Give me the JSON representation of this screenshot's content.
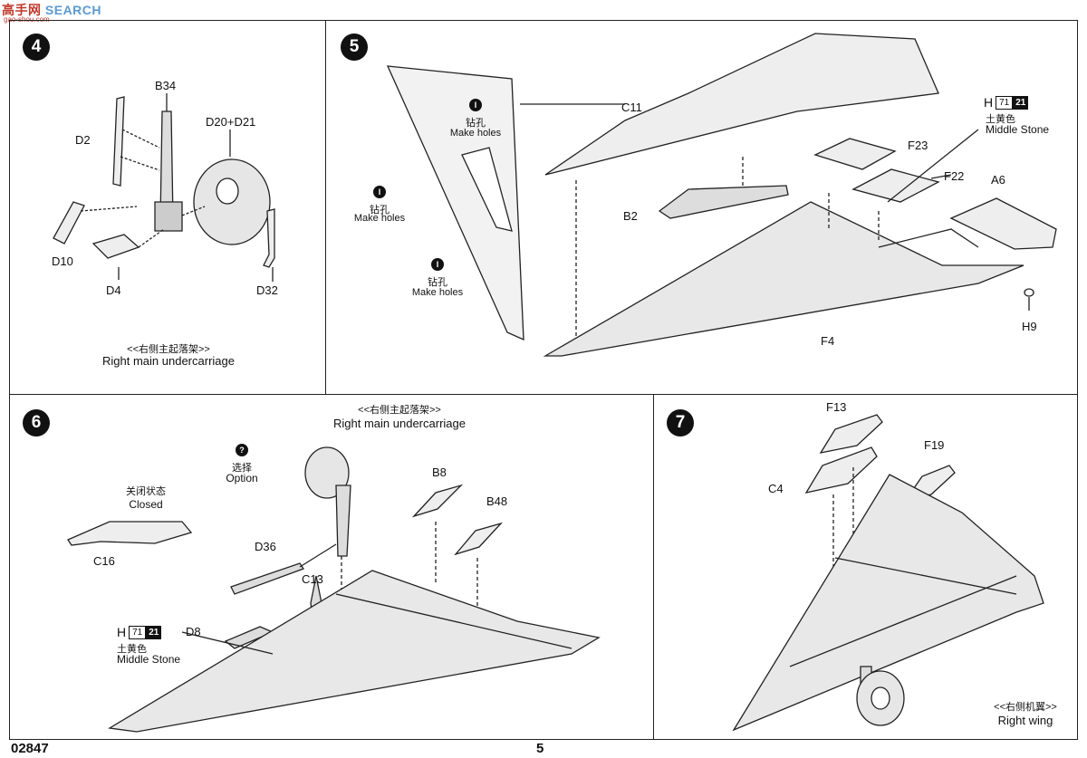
{
  "watermark": {
    "brand": "高手网",
    "search": "SEARCH",
    "url": "gao-shou.com"
  },
  "footer": {
    "code": "02847",
    "page": "5"
  },
  "step4": {
    "num": "4",
    "labels": {
      "b34": "B34",
      "d2": "D2",
      "d20d21": "D20+D21",
      "d10": "D10",
      "d4": "D4",
      "d32": "D32"
    },
    "caption_cn": "<<右侧主起落架>>",
    "caption_en": "Right main undercarriage"
  },
  "step5": {
    "num": "5",
    "drill_cn": "钻孔",
    "drill_en": "Make holes",
    "labels": {
      "c11": "C11",
      "b2": "B2",
      "f23": "F23",
      "f22": "F22",
      "a6": "A6",
      "h9": "H9",
      "f4": "F4"
    },
    "paint": {
      "h": "H",
      "code1": "71",
      "code2": "21",
      "cn": "土黄色",
      "en": "Middle Stone"
    }
  },
  "step6": {
    "num": "6",
    "caption_cn": "<<右侧主起落架>>",
    "caption_en": "Right main undercarriage",
    "option_cn": "选择",
    "option_en": "Option",
    "closed_cn": "关闭状态",
    "closed_en": "Closed",
    "labels": {
      "c16": "C16",
      "d36": "D36",
      "b8": "B8",
      "b48": "B48",
      "c13": "C13",
      "d8": "D8"
    },
    "paint": {
      "h": "H",
      "code1": "71",
      "code2": "21",
      "cn": "土黄色",
      "en": "Middle Stone"
    }
  },
  "step7": {
    "num": "7",
    "labels": {
      "f13": "F13",
      "f19": "F19",
      "c4": "C4"
    },
    "caption_cn": "<<右侧机翼>>",
    "caption_en": "Right wing"
  }
}
